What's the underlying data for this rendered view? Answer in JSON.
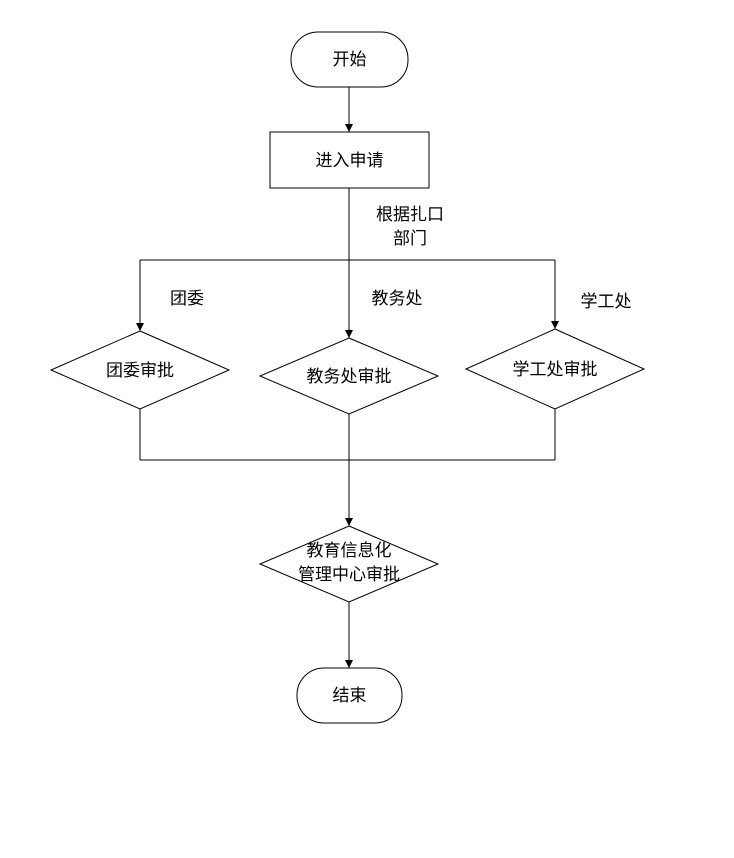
{
  "flowchart": {
    "start": {
      "label": "开始"
    },
    "apply": {
      "label": "进入申请"
    },
    "route_label": {
      "line1": "根据扎口",
      "line2": "部门"
    },
    "branches": {
      "youth_league": {
        "edge_label": "团委",
        "label": "团委审批"
      },
      "academic_affairs": {
        "edge_label": "教务处",
        "label": "教务处审批"
      },
      "student_affairs": {
        "edge_label": "学工处",
        "label": "学工处审批"
      }
    },
    "info_center": {
      "line1": "教育信息化",
      "line2": "管理中心审批"
    },
    "end": {
      "label": "结束"
    }
  }
}
